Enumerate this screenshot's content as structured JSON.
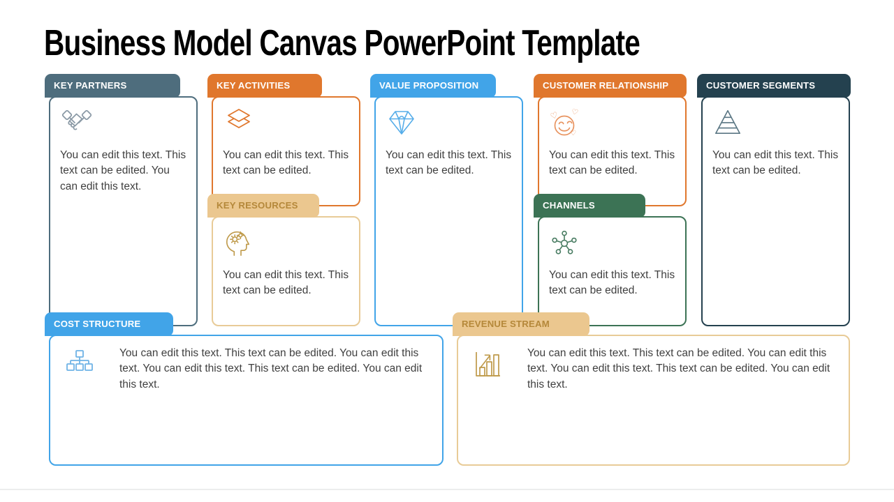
{
  "slide": {
    "title": "Business Model Canvas PowerPoint Template"
  },
  "colors": {
    "slate": "#4e6d7d",
    "dark_teal": "#24414f",
    "orange": "#e0772d",
    "blue": "#41a4e8",
    "green": "#3c7355",
    "tan": "#ebc78f",
    "tan_text": "#b5883a",
    "body_text": "#3f3f3f"
  },
  "blocks": {
    "key_partners": {
      "label": "KEY PARTNERS",
      "icon": "handshake-icon",
      "body": "You can edit this text. This text can be edited. You can edit this text."
    },
    "key_activities": {
      "label": "KEY ACTIVITIES",
      "icon": "layers-icon",
      "body": "You can edit this text. This text can be edited."
    },
    "key_resources": {
      "label": "KEY RESOURCES",
      "icon": "head-gears-icon",
      "body": "You can edit this text. This text can be edited."
    },
    "value_proposition": {
      "label": "VALUE PROPOSITION",
      "icon": "diamond-icon",
      "body": "You can edit this text. This text can be edited."
    },
    "customer_relationship": {
      "label": "CUSTOMER RELATIONSHIP",
      "icon": "love-face-icon",
      "body": "You can edit this text. This text can be edited."
    },
    "channels": {
      "label": "CHANNELS",
      "icon": "molecule-icon",
      "body": "You can edit this text. This text can be edited."
    },
    "customer_segments": {
      "label": "CUSTOMER SEGMENTS",
      "icon": "pyramid-icon",
      "body": "You can edit this text. This text can be edited."
    },
    "cost_structure": {
      "label": "COST STRUCTURE",
      "icon": "org-chart-icon",
      "body": "You can edit this text. This text can be edited. You can edit this text. You can edit this text. This text can be edited. You can edit this text."
    },
    "revenue_stream": {
      "label": "REVENUE STREAM",
      "icon": "bar-chart-icon",
      "body": "You can edit this text. This text can be edited. You can edit this text. You can edit this text. This text can be edited. You can edit this text."
    }
  }
}
